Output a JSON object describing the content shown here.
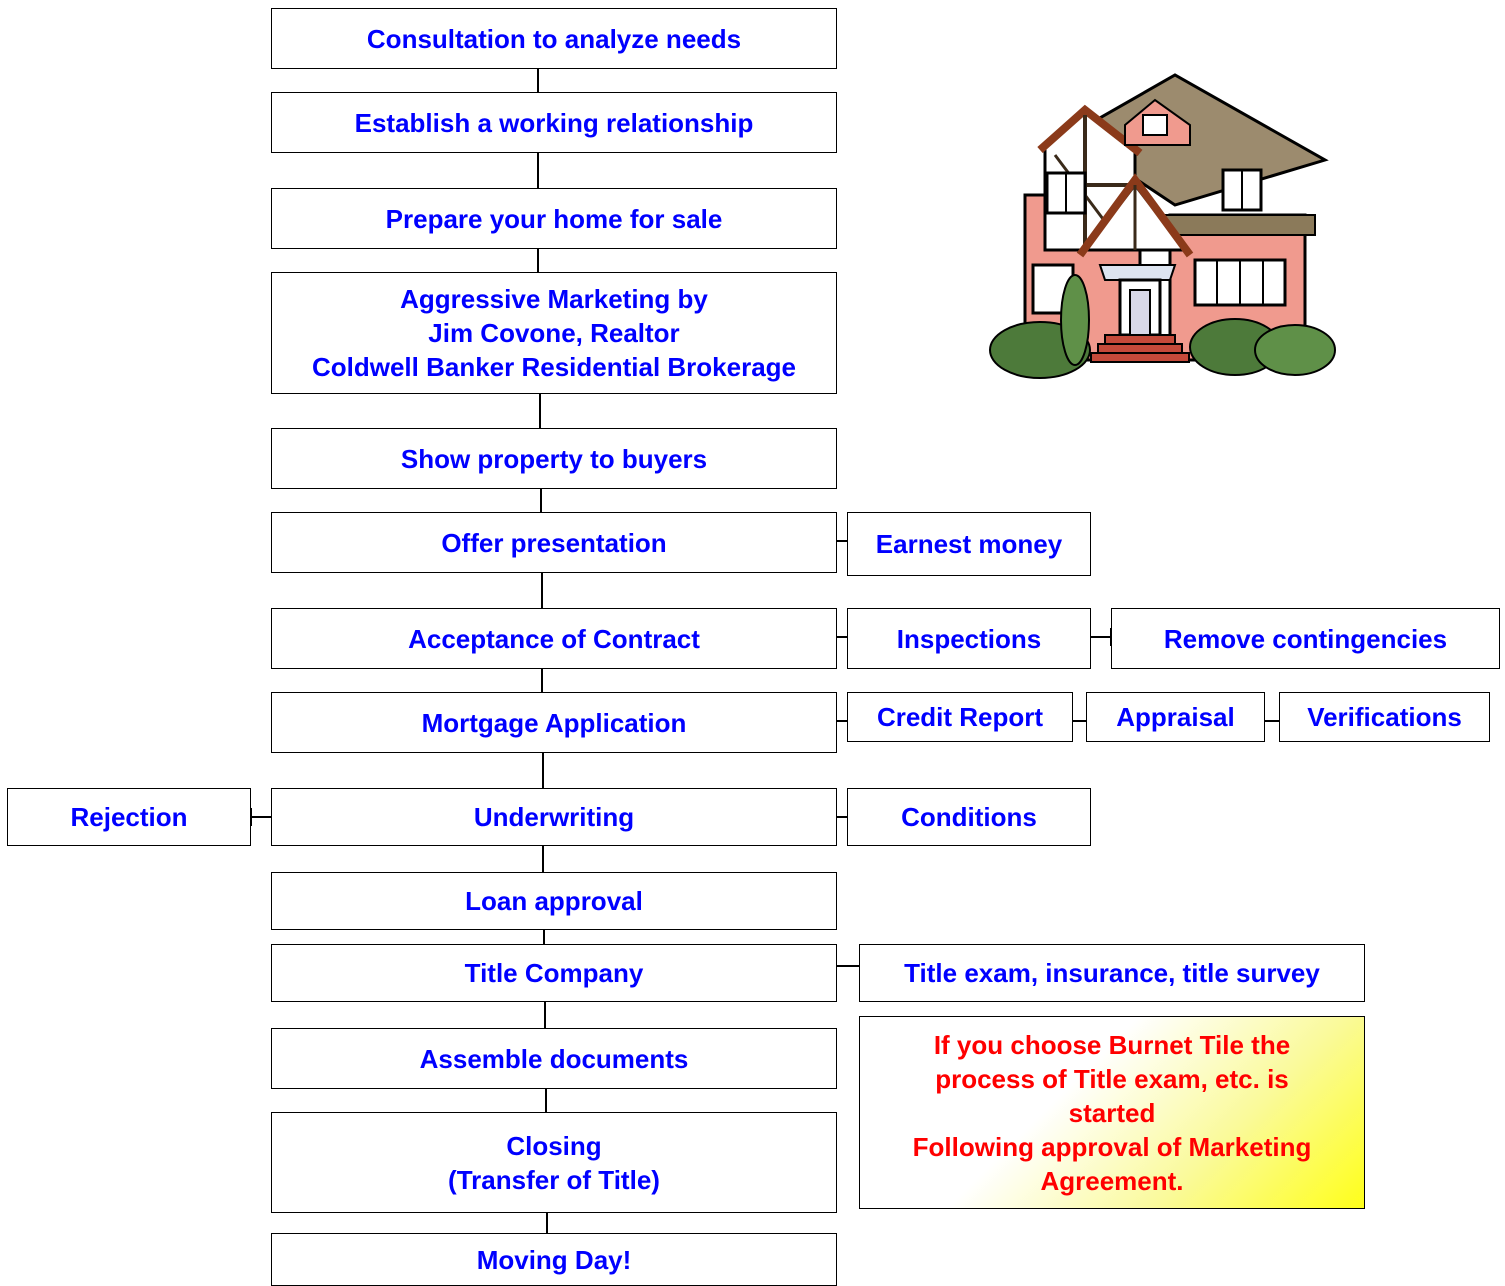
{
  "main_flow": [
    {
      "id": "consultation",
      "label": "Consultation to analyze needs"
    },
    {
      "id": "relationship",
      "label": "Establish a working relationship"
    },
    {
      "id": "prepare",
      "label": "Prepare your home for sale"
    },
    {
      "id": "marketing",
      "label": "Aggressive Marketing by\nJim Covone, Realtor\nColdwell Banker Residential Brokerage"
    },
    {
      "id": "show",
      "label": "Show property to buyers"
    },
    {
      "id": "offer",
      "label": "Offer presentation"
    },
    {
      "id": "acceptance",
      "label": "Acceptance of Contract"
    },
    {
      "id": "mortgage",
      "label": "Mortgage Application"
    },
    {
      "id": "underwriting",
      "label": "Underwriting"
    },
    {
      "id": "loan",
      "label": "Loan approval"
    },
    {
      "id": "title",
      "label": "Title Company"
    },
    {
      "id": "assemble",
      "label": "Assemble documents"
    },
    {
      "id": "closing",
      "label": "Closing\n(Transfer of Title)"
    },
    {
      "id": "moving",
      "label": "Moving Day!"
    }
  ],
  "side_steps": {
    "earnest": "Earnest money",
    "inspections": "Inspections",
    "remove": "Remove contingencies",
    "credit": "Credit Report",
    "appraisal": "Appraisal",
    "verifications": "Verifications",
    "rejection": "Rejection",
    "conditions": "Conditions",
    "title_exam": "Title exam, insurance, title survey"
  },
  "note": "If you choose Burnet Tile the\nprocess of Title exam, etc. is\nstarted\nFollowing approval of  Marketing\nAgreement.",
  "colors": {
    "step_text": "#0000ff",
    "note_text": "#ff0000",
    "note_fill": "#ffff1a"
  },
  "illustration": "house-clipart"
}
